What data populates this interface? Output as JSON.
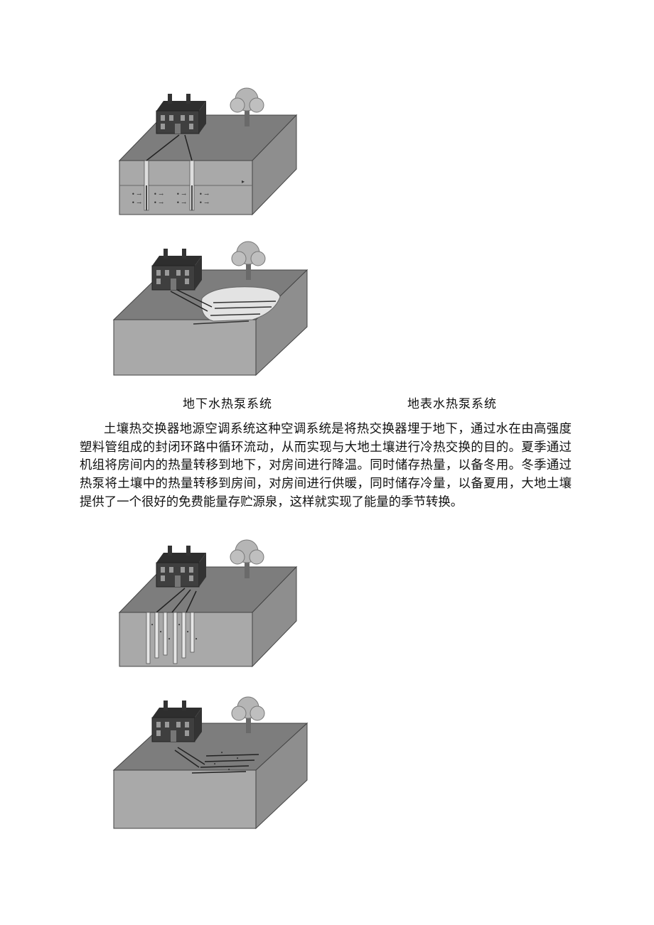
{
  "captions": {
    "groundwater": "地下水热泵系统",
    "surface_water": "地表水热泵系统"
  },
  "paragraph": "土壤热交换器地源空调系统这种空调系统是将热交换器埋于地下，通过水在由高强度塑料管组成的封闭环路中循环流动，从而实现与大地土壤进行冷热交换的目的。夏季通过机组将房间内的热量转移到地下，对房间进行降温。同时储存热量，以备冬用。冬季通过热泵将土壤中的热量转移到房间，对房间进行供暖，同时储存冷量，以备夏用，大地土壤提供了一个很好的免费能量存贮源泉，这样就实现了能量的季节转换。",
  "figures": [
    {
      "id": "groundwater-diagram"
    },
    {
      "id": "surface-water-diagram"
    },
    {
      "id": "vertical-ground-loop-diagram"
    },
    {
      "id": "horizontal-ground-loop-diagram"
    }
  ],
  "colors": {
    "ground_top": "#7d7d7d",
    "ground_front": "#a9a9a9",
    "ground_side": "#8e8e8e",
    "house": "#3f3f3f",
    "tree": "#b5b5b5",
    "pond": "#e3e3e3"
  }
}
